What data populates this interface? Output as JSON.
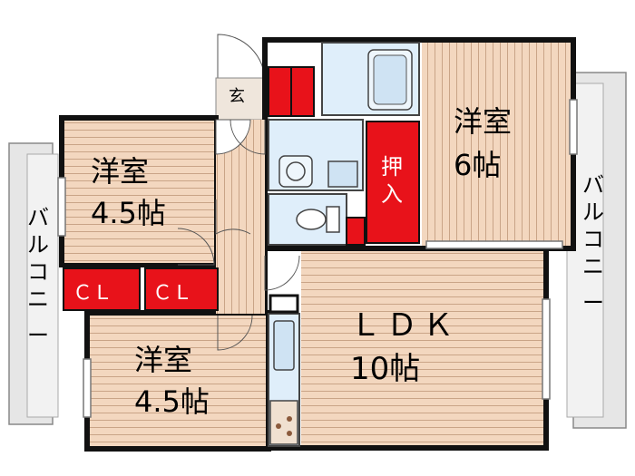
{
  "rooms": {
    "western_6": {
      "name": "洋室",
      "size": "6帖"
    },
    "western_45_top": {
      "name": "洋室",
      "size": "4.5帖"
    },
    "western_45_bottom": {
      "name": "洋室",
      "size": "4.5帖"
    },
    "ldk": {
      "name": "ＬＤＫ",
      "size": "10帖"
    }
  },
  "storage": {
    "closet_left": "ＣＬ",
    "closet_right": "ＣＬ",
    "oshiire": [
      "押",
      "入"
    ]
  },
  "entrance": "玄",
  "balcony_left": [
    "バ",
    "ル",
    "コ",
    "ニ",
    "ー"
  ],
  "balcony_right": [
    "バ",
    "ル",
    "コ",
    "ニ",
    "ー"
  ],
  "colors": {
    "wall": "#111111",
    "floor_wood": "#f3d7bf",
    "floor_wood_line": "#c9a487",
    "wet_area": "#dfeefa",
    "storage_red": "#e8121a",
    "balcony": "#e6e6e6",
    "entrance_floor": "#efe6dc",
    "stove": "#8b5a3c"
  }
}
